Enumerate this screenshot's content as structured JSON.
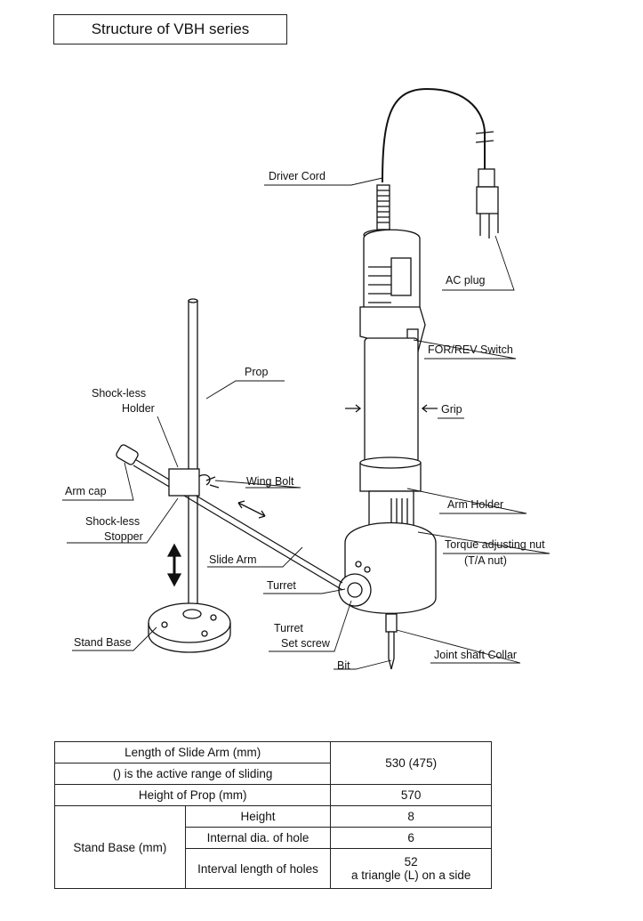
{
  "title": "Structure of VBH series",
  "labels": {
    "driver_cord": "Driver Cord",
    "ac_plug": "AC plug",
    "for_rev_switch": "FOR/REV Switch",
    "grip": "Grip",
    "arm_holder": "Arm Holder",
    "torque_nut_line1": "Torque adjusting nut",
    "torque_nut_line2": "(T/A nut)",
    "joint_shaft_collar": "Joint shaft Collar",
    "bit": "Bit",
    "turret_set_screw_line1": "Turret",
    "turret_set_screw_line2": "Set screw",
    "turret": "Turret",
    "slide_arm": "Slide Arm",
    "stand_base": "Stand Base",
    "shockless_stopper_line1": "Shock-less",
    "shockless_stopper_line2": "Stopper",
    "arm_cap": "Arm cap",
    "wing_bolt": "Wing Bolt",
    "shockless_holder_line1": "Shock-less",
    "shockless_holder_line2": "Holder",
    "prop": "Prop"
  },
  "table": {
    "slide_arm_label_line1": "Length of Slide Arm (mm)",
    "slide_arm_label_line2": "() is the active range of sliding",
    "slide_arm_value": "530 (475)",
    "prop_label": "Height of Prop (mm)",
    "prop_value": "570",
    "stand_base_label": "Stand Base (mm)",
    "height_label": "Height",
    "height_value": "8",
    "hole_dia_label": "Internal dia. of hole",
    "hole_dia_value": "6",
    "interval_label": "Interval length of holes",
    "interval_value_line1": "52",
    "interval_value_line2": "a triangle (L) on a side"
  }
}
